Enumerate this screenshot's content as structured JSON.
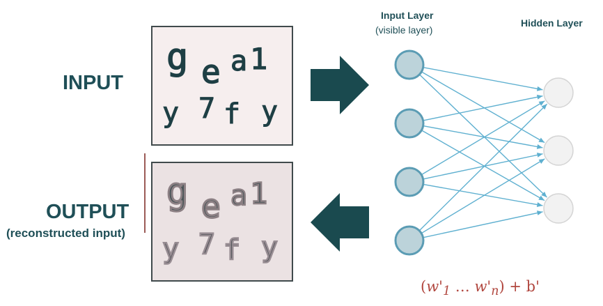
{
  "labels": {
    "input": "INPUT",
    "output": "OUTPUT",
    "output_sub": "(reconstructed input)"
  },
  "captcha": {
    "line1": [
      "g",
      "e",
      "a",
      "1"
    ],
    "line2": [
      "y",
      "7",
      "f",
      "y"
    ]
  },
  "network": {
    "input_layer_title": "Input Layer",
    "input_layer_sub": "(visible layer)",
    "hidden_layer_title": "Hidden Layer",
    "input_nodes": 4,
    "hidden_nodes": 3
  },
  "formula": {
    "open": "(",
    "w1": "w'",
    "sub1": "1",
    "dots": " … ",
    "wn": "w'",
    "subn": "n",
    "close": ") + b'"
  },
  "colors": {
    "dark_teal": "#1f4f57",
    "arrow": "#1a4a4f",
    "node_fill_input": "#bcd3da",
    "node_fill_hidden": "#f2f2f2",
    "edge": "#5fb0d0",
    "formula": "#b1473f",
    "divider": "#9b5a56"
  },
  "icons": {
    "right_arrow": "arrow-right-icon",
    "left_arrow": "arrow-left-icon"
  }
}
